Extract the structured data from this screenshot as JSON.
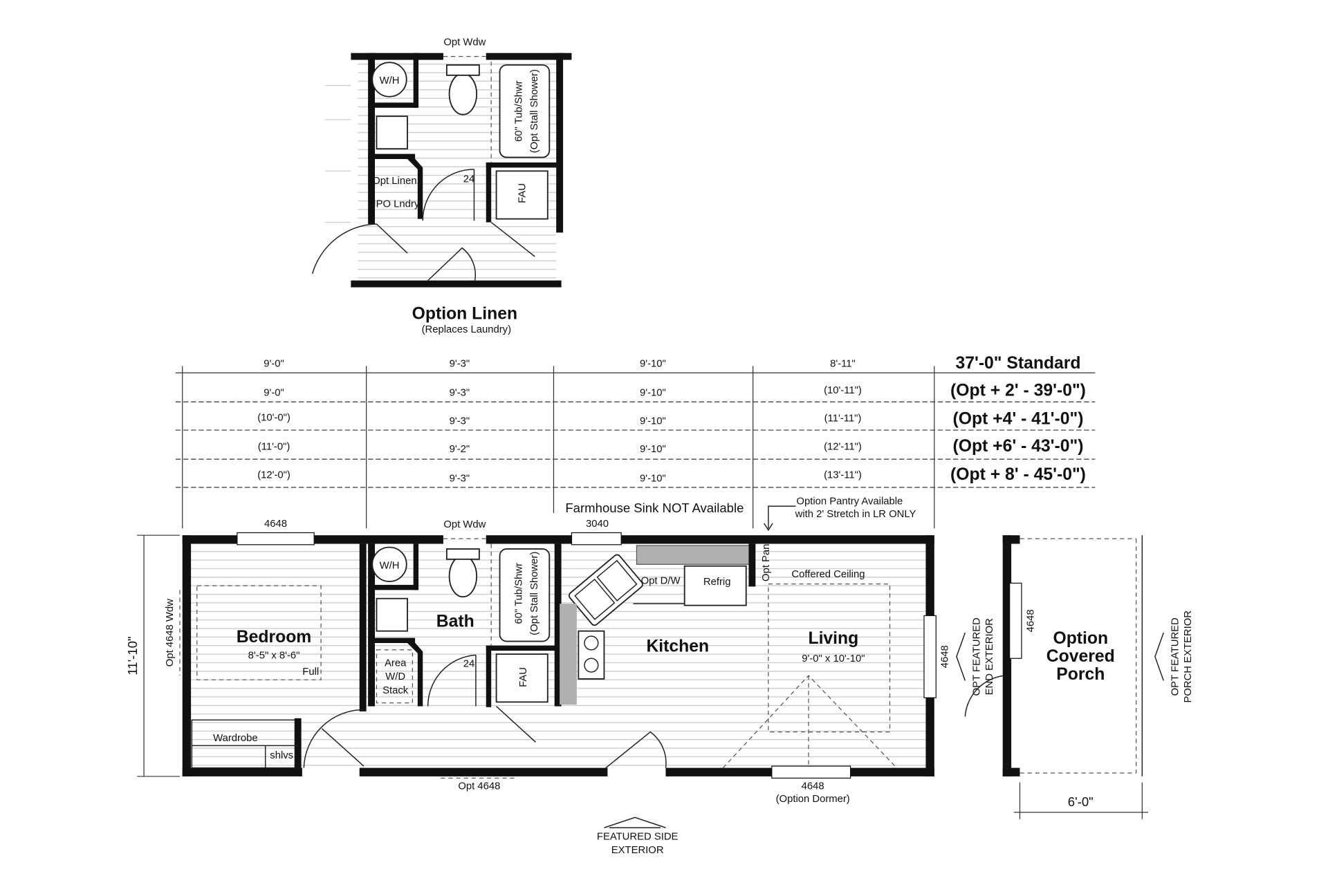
{
  "option_linen": {
    "title": "Option Linen",
    "subtitle": "(Replaces Laundry)",
    "labels": {
      "opt_wdw": "Opt Wdw",
      "wh": "W/H",
      "tub": "60\" Tub/Shwr",
      "tub_opt": "(Opt Stall Shower)",
      "opt_linen": "Opt Linen",
      "ipo_lndry": "(IPO Lndry)",
      "door_24": "24",
      "fau": "FAU"
    }
  },
  "dimensions": {
    "rows": [
      {
        "cells": [
          "9'-0\"",
          "9'-3\"",
          "9'-10\"",
          "8'-11\""
        ],
        "label": "37'-0\" Standard"
      },
      {
        "cells": [
          "9'-0\"",
          "9'-3\"",
          "9'-10\"",
          "(10'-11\")"
        ],
        "label": "(Opt + 2' - 39'-0\")"
      },
      {
        "cells": [
          "(10'-0\")",
          "9'-3\"",
          "9'-10\"",
          "(11'-11\")"
        ],
        "label": "(Opt +4' - 41'-0\")"
      },
      {
        "cells": [
          "(11'-0\")",
          "9'-2\"",
          "9'-10\"",
          "(12'-11\")"
        ],
        "label": "(Opt +6' - 43'-0\")"
      },
      {
        "cells": [
          "(12'-0\")",
          "9'-3\"",
          "9'-10\"",
          "(13'-11\")"
        ],
        "label": "(Opt + 8' - 45'-0\")"
      }
    ]
  },
  "notes": {
    "farmhouse": "Farmhouse Sink NOT Available",
    "pantry_1": "Option Pantry Available",
    "pantry_2": "with 2' Stretch in LR ONLY"
  },
  "plan": {
    "width_dim": "11'-10\"",
    "windows": {
      "bed_top": "4648",
      "bed_side": "Opt 4648 Wdw",
      "bath_top": "Opt Wdw",
      "kitchen_top": "3040",
      "end": "4648",
      "bottom_left": "Opt 4648",
      "dormer": "4648",
      "dormer_sub": "(Option Dormer)"
    },
    "bedroom": {
      "name": "Bedroom",
      "size": "8'-5\" x 8'-6\"",
      "bed": "Full",
      "wardrobe": "Wardrobe",
      "shelves": "shlvs"
    },
    "bath": {
      "name": "Bath",
      "wh": "W/H",
      "tub": "60\" Tub/Shwr",
      "tub_opt": "(Opt Stall Shower)",
      "laundry_1": "Area",
      "laundry_2": "W/D",
      "laundry_3": "Stack",
      "door_24": "24",
      "fau": "FAU"
    },
    "kitchen": {
      "name": "Kitchen",
      "dw": "Opt D/W",
      "refrig": "Refrig",
      "pan": "Opt Pan"
    },
    "living": {
      "name": "Living",
      "size": "9'-0\" x 10'-10\"",
      "ceiling": "Coffered Ceiling"
    },
    "end_ext_1": "OPT FEATURED",
    "end_ext_2": "END EXTERIOR",
    "side_ext_1": "FEATURED SIDE",
    "side_ext_2": "EXTERIOR"
  },
  "porch": {
    "name_1": "Option",
    "name_2": "Covered",
    "name_3": "Porch",
    "window": "4648",
    "width_dim": "6'-0\"",
    "ext_1": "OPT FEATURED",
    "ext_2": "PORCH EXTERIOR"
  }
}
